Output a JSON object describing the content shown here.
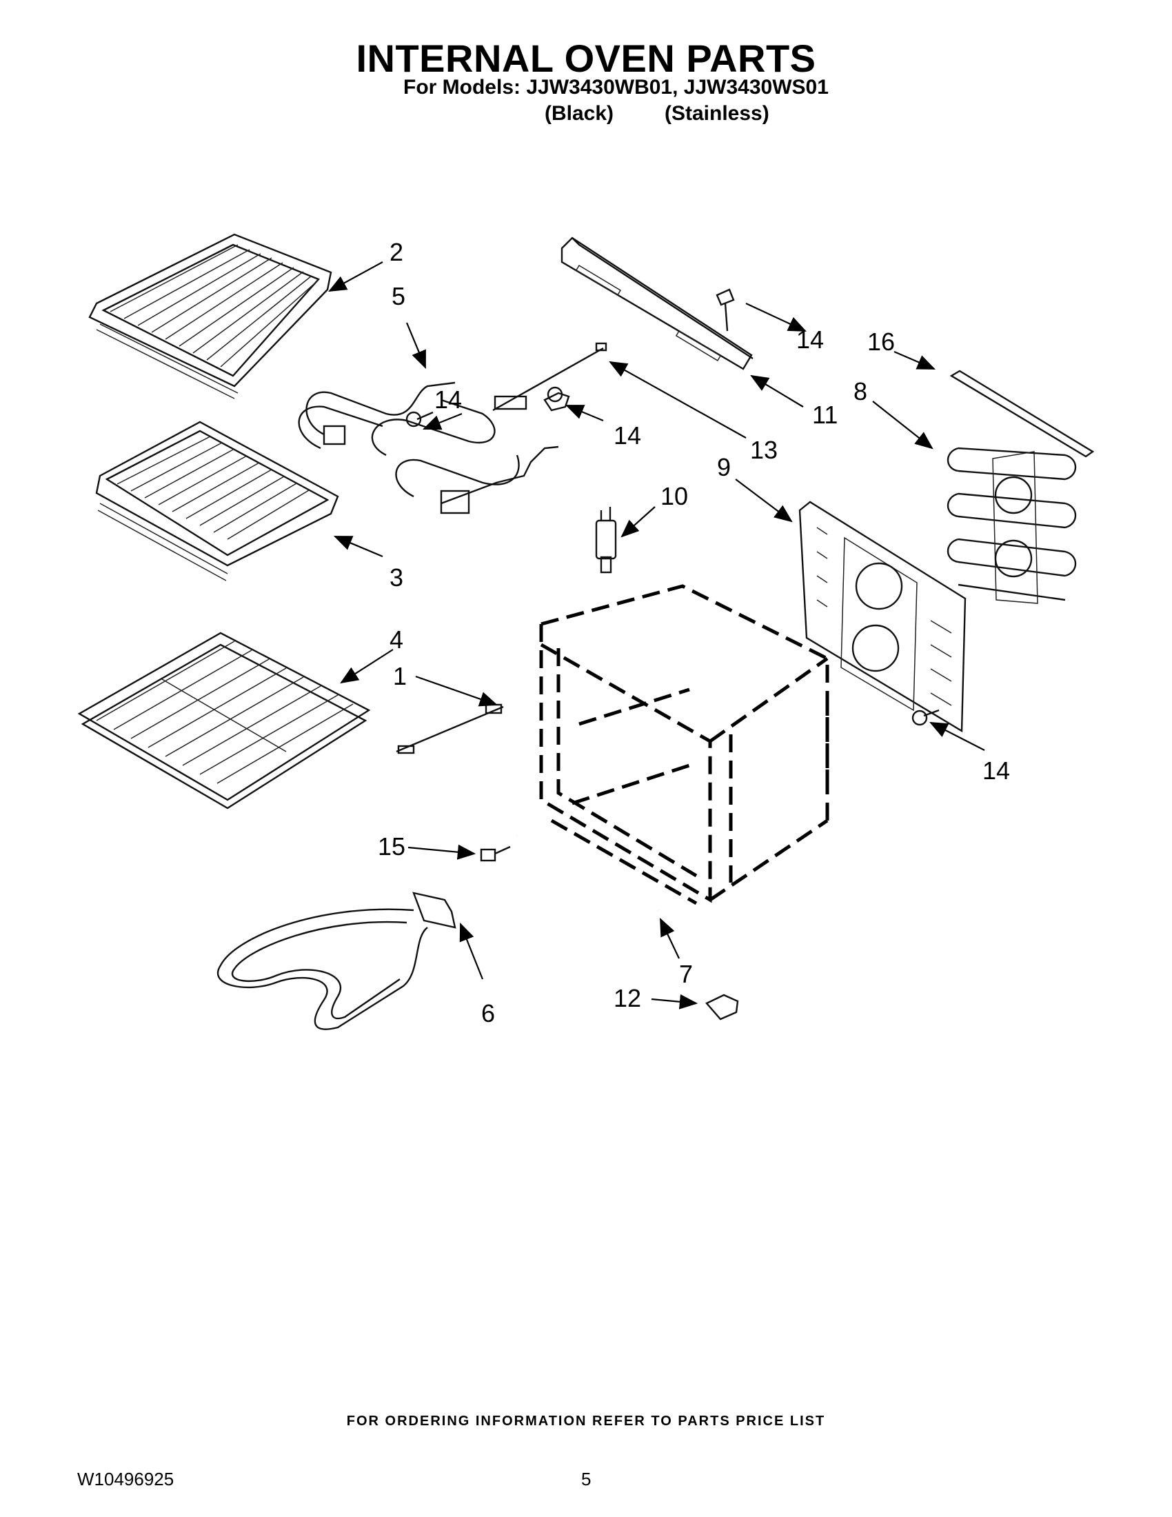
{
  "header": {
    "title": "INTERNAL OVEN PARTS",
    "models_line": "For Models: JJW3430WB01, JJW3430WS01",
    "variant_black": "(Black)",
    "variant_stainless": "(Stainless)"
  },
  "callouts": {
    "c1": "1",
    "c2": "2",
    "c3": "3",
    "c4": "4",
    "c5": "5",
    "c6": "6",
    "c7": "7",
    "c8": "8",
    "c9": "9",
    "c10": "10",
    "c11": "11",
    "c12": "12",
    "c13": "13",
    "c14a": "14",
    "c14b": "14",
    "c14c": "14",
    "c14d": "14",
    "c15": "15",
    "c16": "16"
  },
  "footer": {
    "ordering_note": "FOR ORDERING INFORMATION REFER TO PARTS PRICE LIST",
    "document_number": "W10496925",
    "page_number": "5"
  }
}
